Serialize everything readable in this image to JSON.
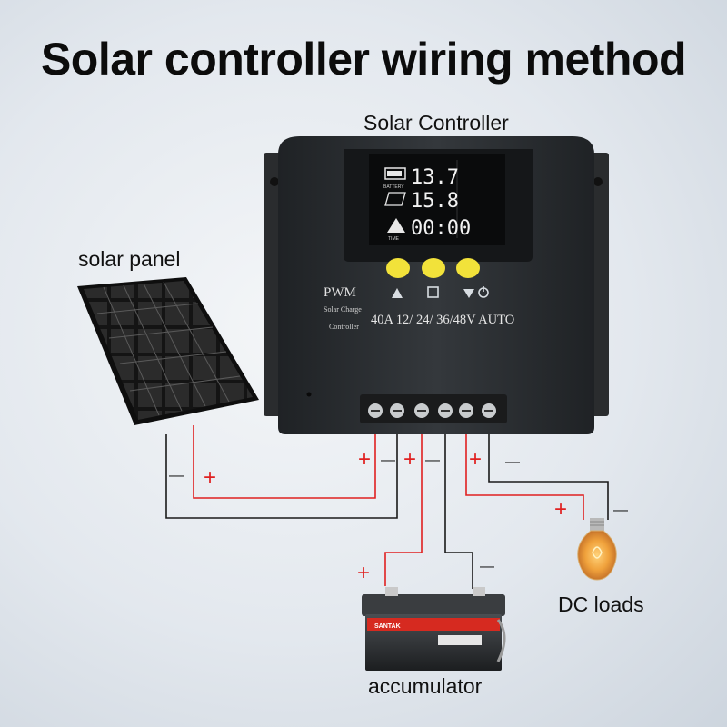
{
  "title": "Solar controller wiring method",
  "labels": {
    "controller": "Solar Controller",
    "solar_panel": "solar panel",
    "dc_loads": "DC loads",
    "accumulator": "accumulator"
  },
  "device": {
    "lcd_battery": "13.7",
    "lcd_solar": "15.8",
    "lcd_time": "00:00",
    "lcd_battery_caption": "BATTERY",
    "lcd_time_caption": "TIME",
    "mode": "PWM",
    "subtitle_line1": "Solar Charge",
    "subtitle_line2": "Controller",
    "rating": "40A 12/ 24/ 36/48V AUTO"
  },
  "battery": {
    "brand": "SANTAK"
  },
  "polarity": {
    "plus": "+",
    "minus": "—"
  },
  "colors": {
    "positive_wire": "#e02020",
    "negative_wire": "#1a1a1a",
    "controller_body": "#2a2d30",
    "button_yellow": "#f2e23a"
  }
}
